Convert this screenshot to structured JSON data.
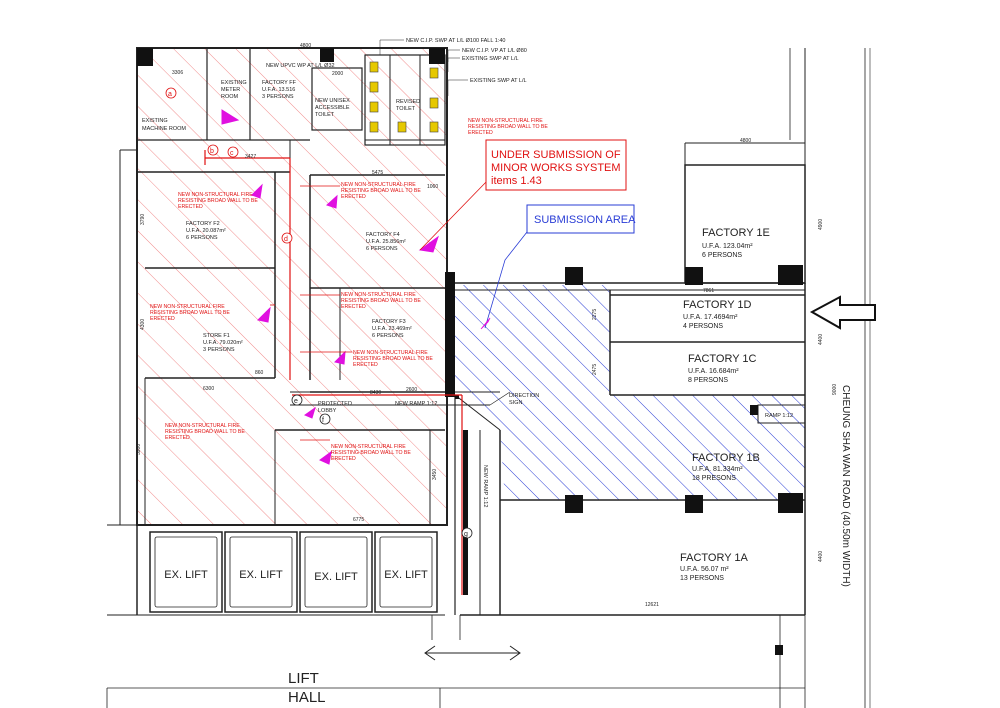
{
  "rooms": {
    "f1e": {
      "name": "FACTORY 1E",
      "ufa": "U.F.A. 123.04m²",
      "persons": "6 PERSONS"
    },
    "f1d": {
      "name": "FACTORY 1D",
      "ufa": "U.F.A. 17.4694m²",
      "persons": "4 PERSONS"
    },
    "f1c": {
      "name": "FACTORY 1C",
      "ufa": "U.F.A. 16.684m²",
      "persons": "8 PERSONS"
    },
    "f1b": {
      "name": "FACTORY 1B",
      "ufa": "U.F.A. 81.334m²",
      "persons": "18 PRESONS"
    },
    "f1a": {
      "name": "FACTORY 1A",
      "ufa": "U.F.A. 56.07 m²",
      "persons": "13 PERSONS"
    },
    "ff": {
      "name": "FACTORY FF",
      "ufa": "U.F.A. 13.516",
      "persons": "3 PERSONS"
    },
    "f2": {
      "name": "FACTORY F2",
      "ufa": "U.F.A. 20.087m²",
      "persons": "6 PERSONS"
    },
    "f4": {
      "name": "FACTORY F4",
      "ufa": "U.F.A. 25.856m²",
      "persons": "6 PERSONS"
    },
    "f3": {
      "name": "FACTORY F3",
      "ufa": "U.F.A. 23.469m²",
      "persons": "6 PERSONS"
    },
    "sf1": {
      "name": "STORE F1",
      "ufa": "U.F.A. 79.020m²",
      "persons": "3 PERSONS"
    }
  },
  "lifts": [
    "EX. LIFT",
    "EX. LIFT",
    "EX. LIFT",
    "EX. LIFT"
  ],
  "labels": {
    "lift_hall_1": "LIFT",
    "lift_hall_2": "HALL",
    "road": "CHEUNG SHA WAN ROAD (40.50m WIDTH)",
    "submission_area": "SUBMISSION AREA",
    "minor_works_1": "UNDER SUBMISSION OF",
    "minor_works_2": "MINOR WORKS SYSTEM",
    "minor_works_3": "items 1.43",
    "machine_room_1": "EXISTING",
    "machine_room_2": "MACHINE ROOM",
    "meter_room_1": "EXISTING",
    "meter_room_2": "METER",
    "meter_room_3": "ROOM",
    "toilet_1": "NEW UNISEX",
    "toilet_2": "ACCESSIBLE",
    "toilet_3": "TOILET",
    "rev_toilet_1": "REVISED",
    "rev_toilet_2": "TOILET",
    "protected_lobby_1": "PROTECTED",
    "protected_lobby_2": "LOBBY",
    "new_ramp": "NEW RAMP 1:12",
    "new_ramp_v": "NEW RAMP 1:12",
    "ramp": "RAMP 1:12",
    "direction_1": "DIRECTION",
    "direction_2": "SIGN",
    "cip_swp": "NEW C.I.P. SWP AT L/L Ø100 FALL 1:40",
    "cip_vp": "NEW C.I.P. VP AT L/L Ø80",
    "exist_swp1": "EXISTING SWP AT L/L",
    "exist_swp2": "EXISTING SWP AT L/L",
    "upvc": "NEW UPVC WP AT L/L Ø32"
  },
  "fire_walls": [
    {
      "l1": "NEW NON-STRUCTURAL FIRE",
      "l2": "RESISTING BROAD WALL TO BE",
      "l3": "ERECTED"
    },
    {
      "l1": "NEW NON-STRUCTURAL FIRE",
      "l2": "RESISTING BROAD WALL TO BE",
      "l3": "ERECTED"
    },
    {
      "l1": "NEW NON-STRUCTURAL FIRE",
      "l2": "RESISTING BROAD WALL TO BE",
      "l3": "ERECTED"
    },
    {
      "l1": "NEW NON-STRUCTURAL FIRE",
      "l2": "RESISTING BROAD WALL TO BE",
      "l3": "ERECTED"
    },
    {
      "l1": "NEW NON-STRUCTURAL FIRE",
      "l2": "RESISTING BROAD WALL TO BE",
      "l3": "ERECTED"
    },
    {
      "l1": "NEW NON-STRUCTURAL FIRE",
      "l2": "RESISTING BROAD WALL TO BE",
      "l3": "ERECTED"
    },
    {
      "l1": "NEW NON-STRUCTURAL FIRE",
      "l2": "RESISTING BROAD WALL TO BE",
      "l3": "ERECTED"
    },
    {
      "l1": "NEW NON-STRUCTURAL FIRE",
      "l2": "RESISTING BROAD WALL TO BE",
      "l3": "ERECTED"
    }
  ],
  "dims": {
    "d4800a": "4800",
    "d4800b": "4800",
    "d3306": "3306",
    "d2000": "2000",
    "d5475": "5475",
    "d1060": "1060",
    "d7861": "7861",
    "d6300": "6300",
    "d2600": "2600",
    "d8430": "8430",
    "d6775": "6775",
    "d12621": "12621",
    "d4900": "4900",
    "d4400a": "4400",
    "d4400b": "4400",
    "d9000": "9000",
    "d3790": "3790",
    "d4300": "4300",
    "d5900": "5900",
    "d3427": "3427",
    "d2275": "2275",
    "d2475": "2475",
    "d3450": "3450",
    "d860": "860"
  },
  "grid": {
    "a": "a",
    "b": "b",
    "c": "c",
    "d": "d",
    "e": "e",
    "f": "f",
    "g": "g"
  },
  "colors": {
    "red": "#e01010",
    "blue": "#2a3dd6",
    "magenta": "#e010e0"
  }
}
